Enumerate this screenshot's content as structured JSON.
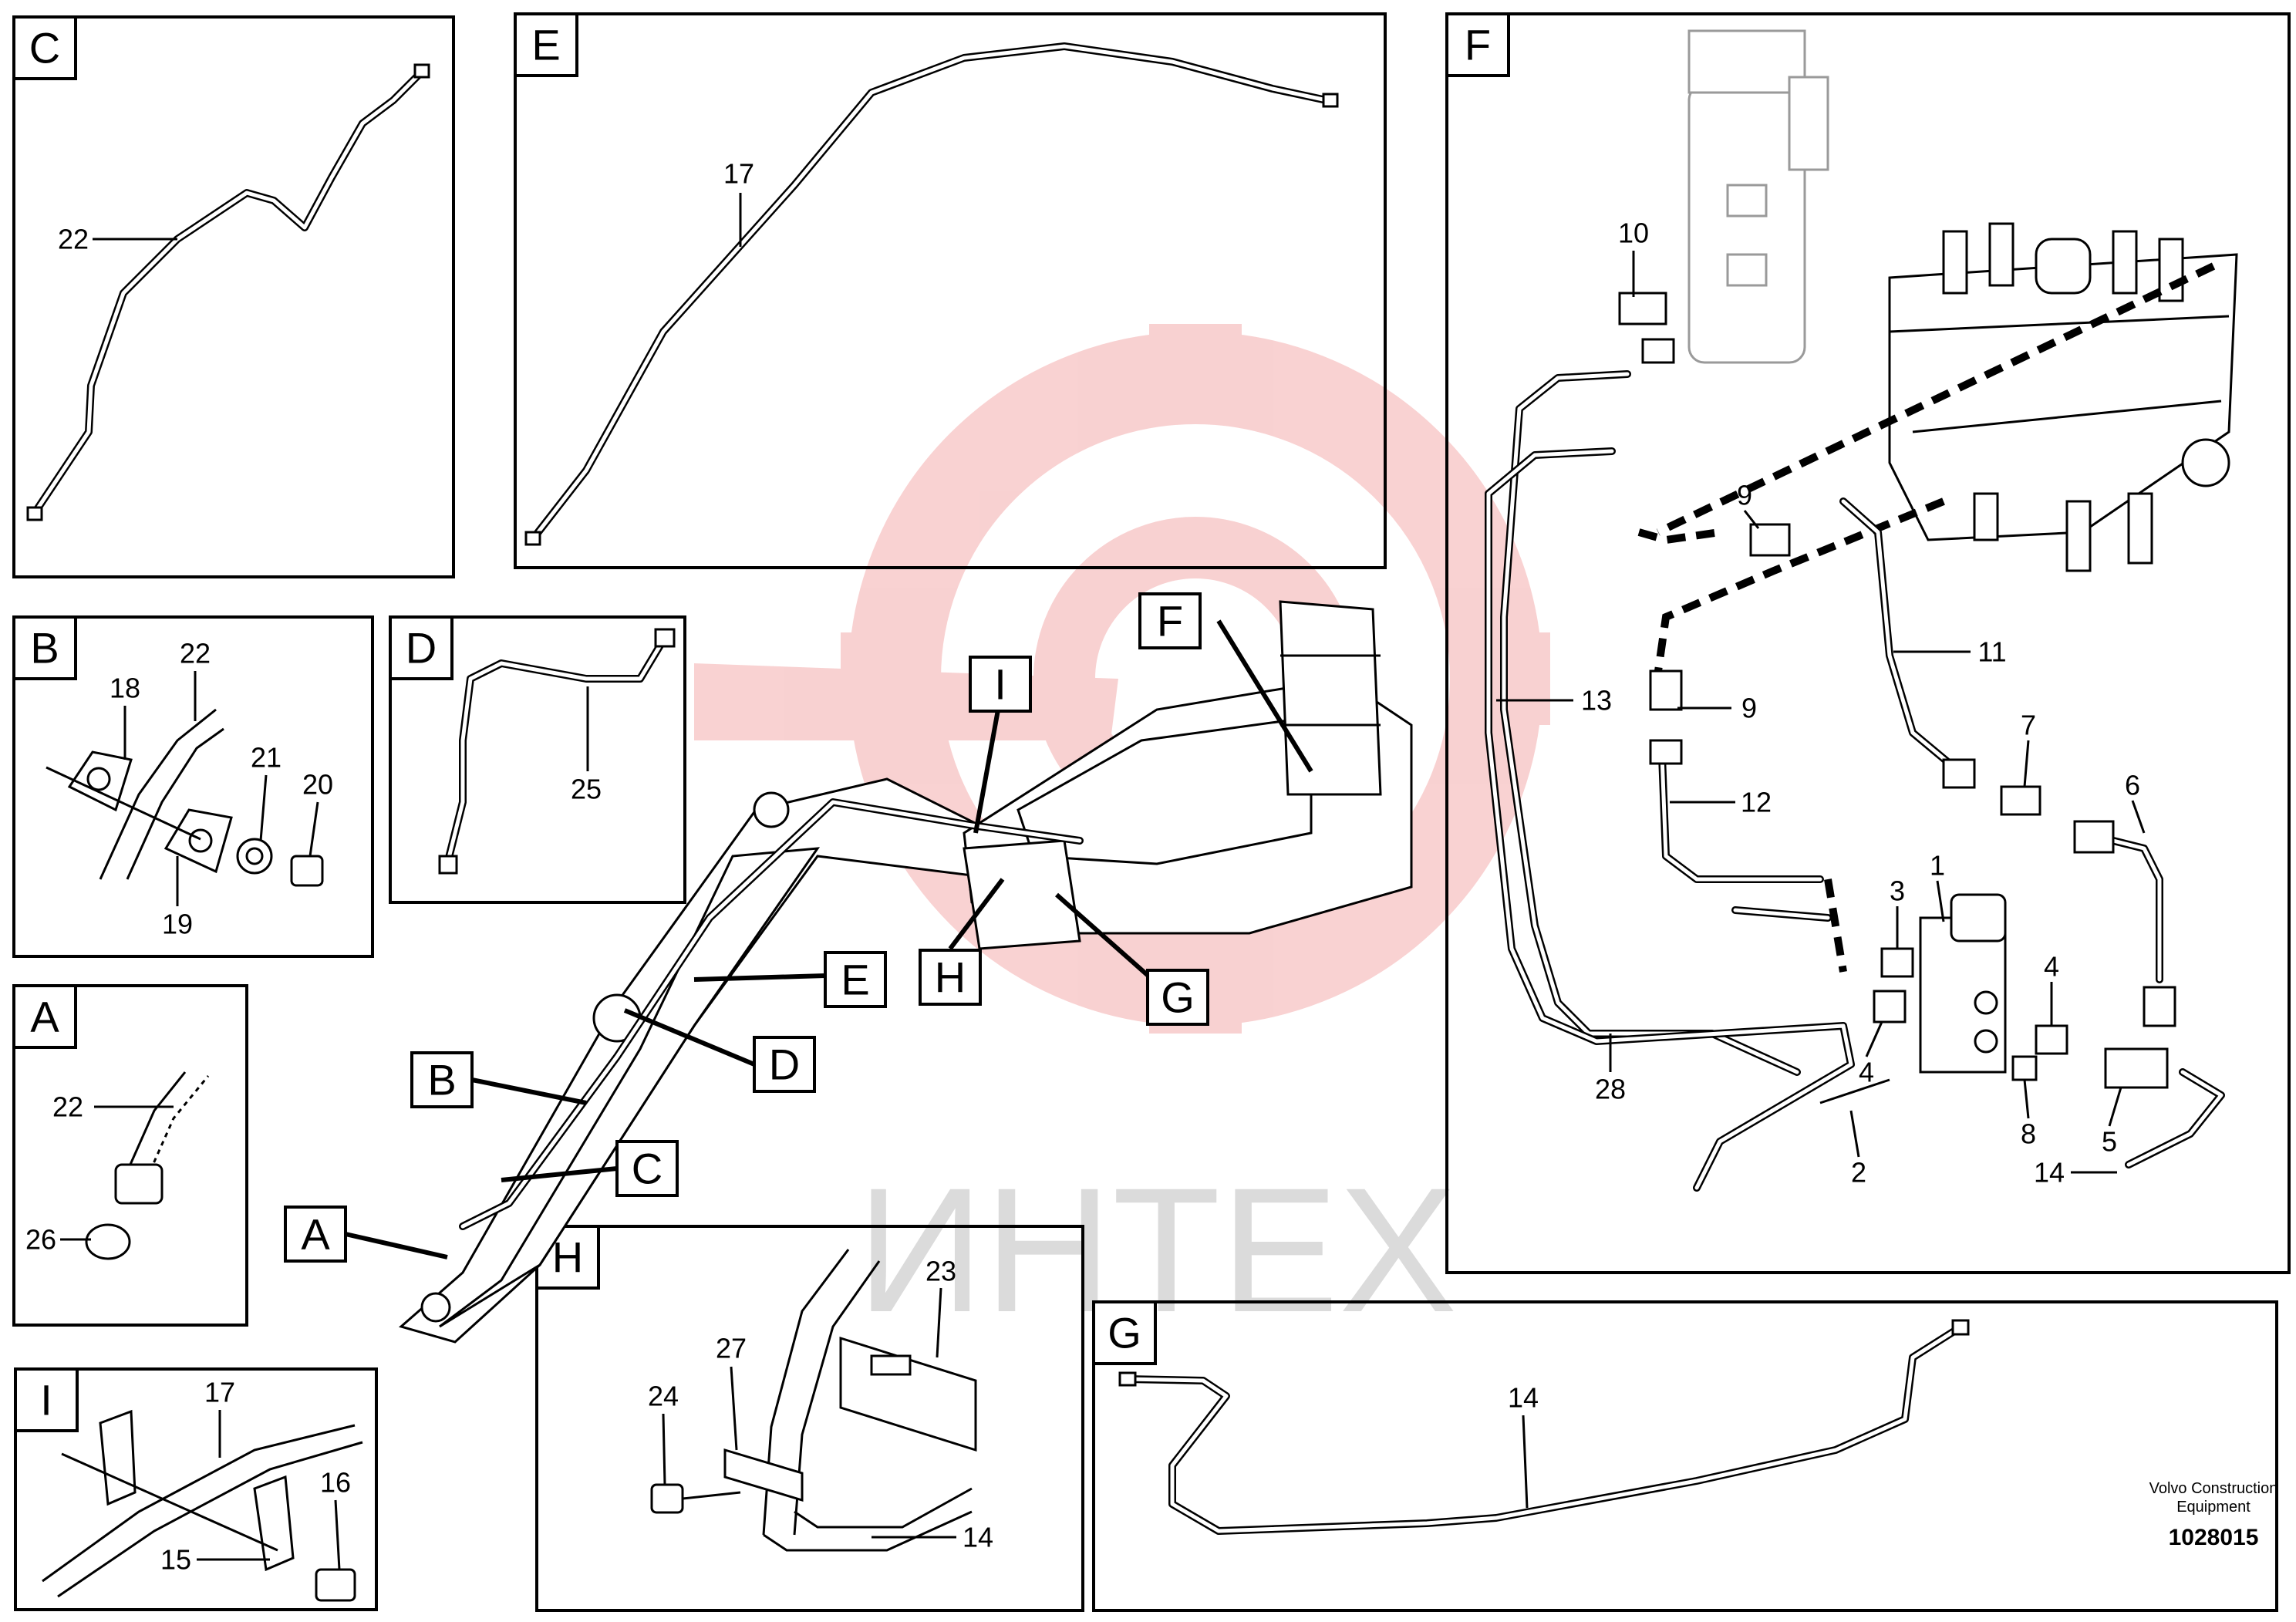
{
  "watermark": "ИНТЕХ",
  "panels": {
    "C": {
      "tag": "C",
      "labels": [
        "22"
      ]
    },
    "E": {
      "tag": "E",
      "labels": [
        "17"
      ]
    },
    "F": {
      "tag": "F",
      "labels": [
        "10",
        "9",
        "11",
        "13",
        "9",
        "12",
        "7",
        "6",
        "1",
        "3",
        "4",
        "4",
        "28",
        "8",
        "2",
        "5",
        "14"
      ]
    },
    "B": {
      "tag": "B",
      "labels": [
        "22",
        "18",
        "21",
        "20",
        "19"
      ]
    },
    "D": {
      "tag": "D",
      "labels": [
        "25"
      ]
    },
    "A": {
      "tag": "A",
      "labels": [
        "22",
        "26"
      ]
    },
    "I": {
      "tag": "I",
      "labels": [
        "17",
        "16",
        "15"
      ]
    },
    "H": {
      "tag": "H",
      "labels": [
        "23",
        "27",
        "24",
        "14"
      ]
    },
    "G": {
      "tag": "G",
      "labels": [
        "14"
      ]
    }
  },
  "overview_callouts": [
    "F",
    "I",
    "E",
    "H",
    "G",
    "D",
    "B",
    "C",
    "A"
  ],
  "footer": {
    "company_line1": "Volvo Construction",
    "company_line2": "Equipment",
    "drawing_number": "1028015"
  }
}
